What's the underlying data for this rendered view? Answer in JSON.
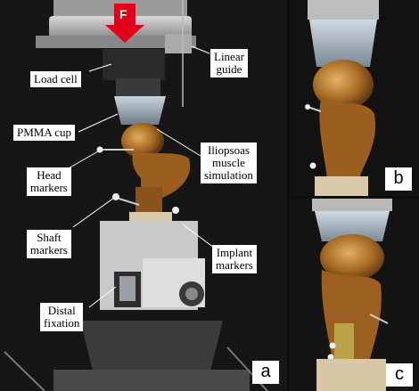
{
  "panels": {
    "a": "a",
    "b": "b",
    "c": "c"
  },
  "force_symbol": "F",
  "labels": {
    "load_cell": "Load cell",
    "linear_guide_1": "Linear",
    "linear_guide_2": "guide",
    "pmma_cup": "PMMA cup",
    "iliopsoas_1": "Iliopsoas",
    "iliopsoas_2": "muscle",
    "iliopsoas_3": "simulation",
    "head_markers_1": "Head",
    "head_markers_2": "markers",
    "shaft_markers_1": "Shaft",
    "shaft_markers_2": "markers",
    "implant_markers_1": "Implant",
    "implant_markers_2": "markers",
    "distal_fixation_1": "Distal",
    "distal_fixation_2": "fixation"
  },
  "colors": {
    "force_arrow": "#e3001b",
    "callout_bg": "#ffffff",
    "bone": "#b07a2a"
  }
}
